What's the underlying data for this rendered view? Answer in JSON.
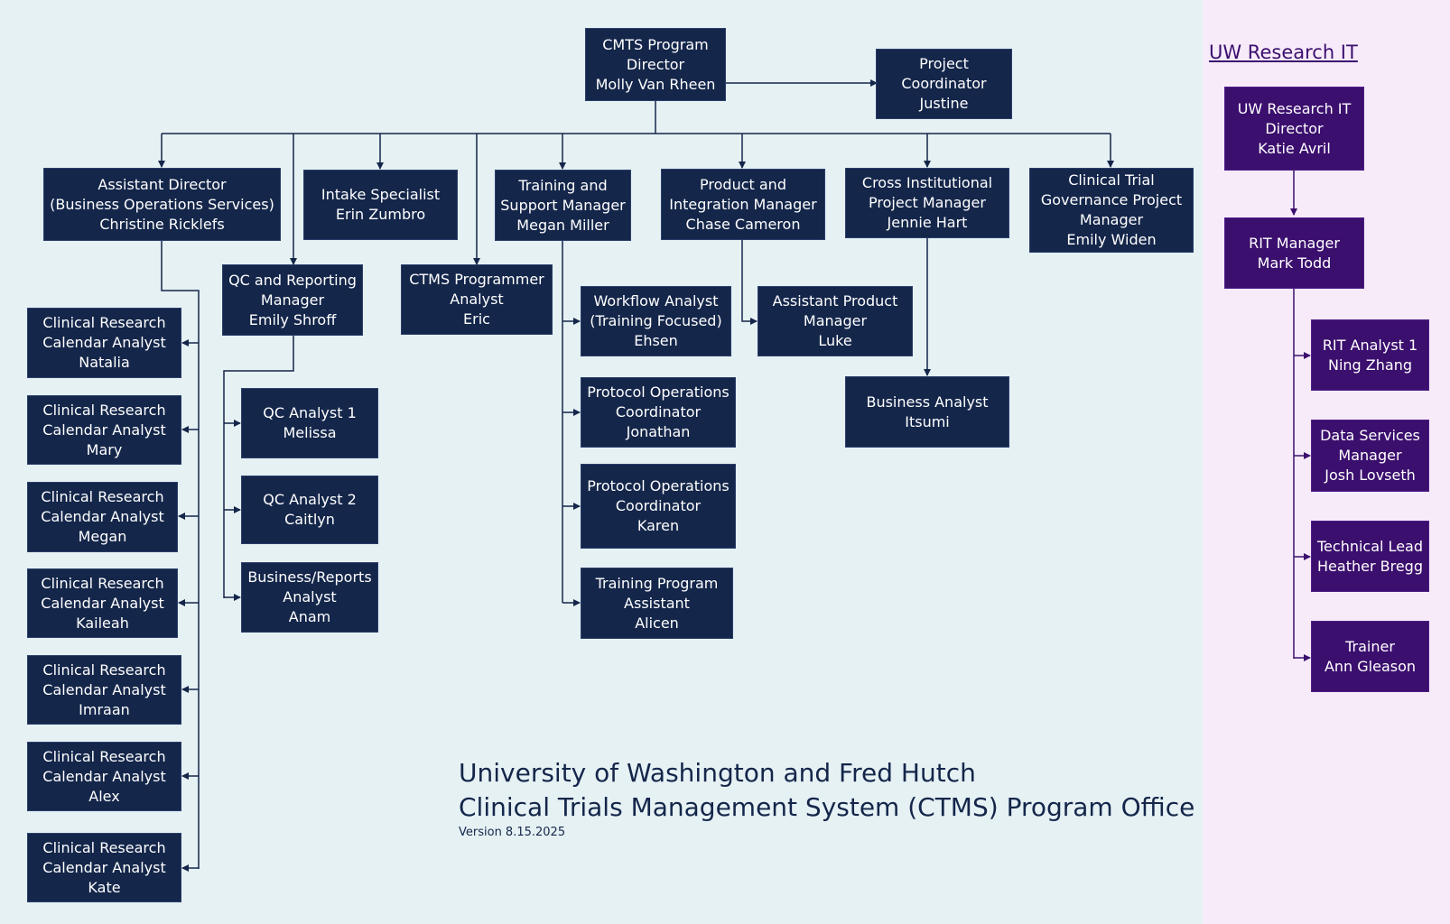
{
  "rit_heading": "UW Research IT",
  "footer": {
    "line1": "University of Washington and Fred Hutch",
    "line2": "Clinical Trials Management System (CTMS) Program Office",
    "version": "Version 8.15.2025"
  },
  "colors": {
    "navy": "#14264a",
    "purple": "#3b0f6e",
    "bg_main": "#e6f1f4",
    "bg_rit": "#f7ebfa"
  },
  "nodes": {
    "program_director": [
      "CMTS Program",
      "Director",
      "Molly Van Rheen"
    ],
    "project_coordinator": [
      "Project",
      "Coordinator",
      "Justine"
    ],
    "assistant_director": [
      "Assistant Director",
      "(Business Operations Services)",
      "Christine Ricklefs"
    ],
    "intake_specialist": [
      "Intake Specialist",
      "Erin Zumbro"
    ],
    "training_manager": [
      "Training and",
      "Support  Manager",
      "Megan Miller"
    ],
    "product_manager": [
      "Product and",
      "Integration Manager",
      "Chase Cameron"
    ],
    "cross_inst_pm": [
      "Cross Institutional",
      "Project Manager",
      "Jennie Hart"
    ],
    "governance_pm": [
      "Clinical Trial",
      "Governance Project",
      "Manager",
      "Emily Widen"
    ],
    "qc_manager": [
      "QC and Reporting",
      "Manager",
      "Emily Shroff"
    ],
    "ctms_programmer": [
      "CTMS Programmer",
      "Analyst",
      "Eric"
    ],
    "workflow_analyst": [
      "Workflow Analyst",
      "(Training Focused)",
      "Ehsen"
    ],
    "assistant_product_manager": [
      "Assistant Product",
      "Manager",
      "Luke"
    ],
    "business_analyst": [
      "Business Analyst",
      "Itsumi"
    ],
    "protocol_ops_jonathan": [
      "Protocol Operations",
      "Coordinator",
      "Jonathan"
    ],
    "protocol_ops_karen": [
      "Protocol Operations",
      "Coordinator",
      "Karen"
    ],
    "training_assistant": [
      "Training Program",
      "Assistant",
      "Alicen"
    ],
    "qc_analyst_1": [
      "QC Analyst 1",
      "Melissa"
    ],
    "qc_analyst_2": [
      "QC Analyst 2",
      "Caitlyn"
    ],
    "business_reports_analyst": [
      "Business/Reports",
      "Analyst",
      "Anam"
    ],
    "calendar_natalia": [
      "Clinical Research",
      "Calendar Analyst",
      "Natalia"
    ],
    "calendar_mary": [
      "Clinical Research",
      "Calendar Analyst",
      "Mary"
    ],
    "calendar_megan": [
      "Clinical Research",
      "Calendar Analyst",
      "Megan"
    ],
    "calendar_kaileah": [
      "Clinical Research",
      "Calendar Analyst",
      "Kaileah"
    ],
    "calendar_imraan": [
      "Clinical Research",
      "Calendar Analyst",
      "Imraan"
    ],
    "calendar_alex": [
      "Clinical Research",
      "Calendar Analyst",
      "Alex"
    ],
    "calendar_kate": [
      "Clinical Research",
      "Calendar Analyst",
      "Kate"
    ],
    "rit_director": [
      "UW Research IT",
      "Director",
      "Katie Avril"
    ],
    "rit_manager": [
      "RIT Manager",
      "Mark Todd"
    ],
    "rit_analyst_1": [
      "RIT Analyst 1",
      "Ning Zhang"
    ],
    "data_services_manager": [
      "Data Services",
      "Manager",
      "Josh Lovseth"
    ],
    "technical_lead": [
      "Technical Lead",
      "Heather Bregg"
    ],
    "trainer": [
      "Trainer",
      "Ann Gleason"
    ]
  }
}
